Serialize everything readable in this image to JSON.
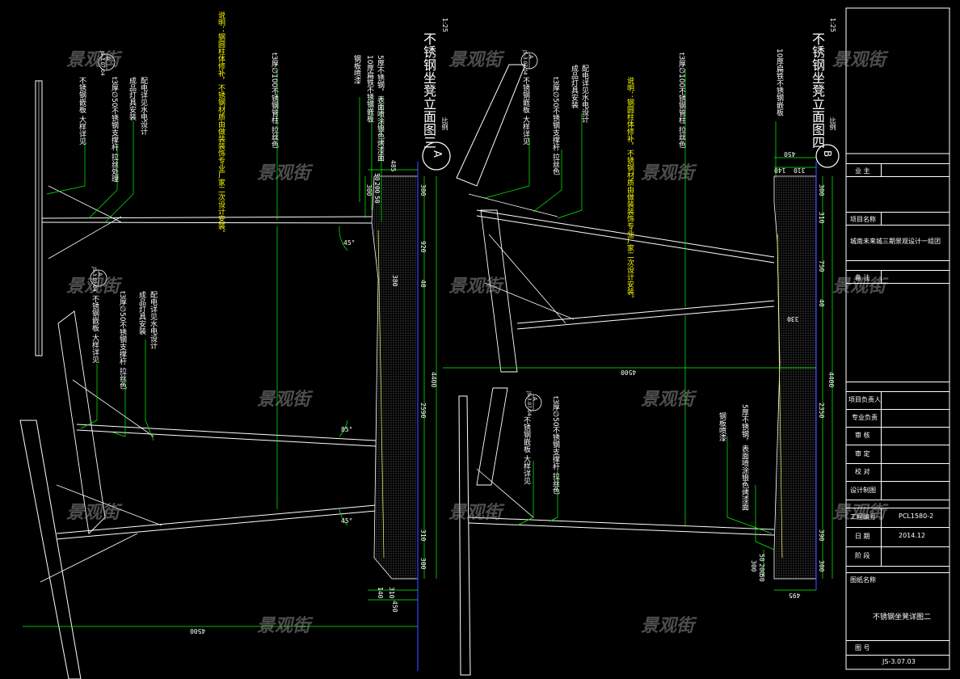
{
  "colors": {
    "background": "#000000",
    "structure": "#ffffff",
    "leader": "#00ff00",
    "note": "#ffff00",
    "axis": "#0000ff",
    "hatch": "#888888"
  },
  "watermark": "景观街",
  "elevation_a": {
    "title": "不锈钢坐凳立面图三",
    "scale": "1:25",
    "subtitle": "比例",
    "marker": "A",
    "note": "说明：钢圆柱体修补，不锈钢材质由做装装饰专业厂家二次设计安装。",
    "labels": [
      "不锈钢嵌板 大样详见",
      "t3厚∅50不锈钢支撑杆 拉丝处理",
      "成品灯具安装",
      "配电详见水电设计",
      "t3厚∅100不锈钢管柱 拉丝色",
      "钢板喷漆",
      "10厚扁铁不锈钢嵌板",
      "5厚不锈钢，表面喷涂银色烤漆面"
    ],
    "detail_ref": {
      "letter": "A",
      "sheet": "JS-3.07.04"
    },
    "detail_ref_2": {
      "letter": "A",
      "sheet": "JS-3.07.04"
    },
    "labels_lower": [
      "不锈钢嵌板 大样详见",
      "t3厚∅50不锈钢支撑杆 拉丝色",
      "成品灯具安装",
      "配电详见水电设计"
    ],
    "angles": [
      "45°",
      "85°",
      "45°"
    ],
    "dims_vertical": [
      "300",
      "920",
      "2590",
      "310",
      "300"
    ],
    "dim_total": "4400",
    "dims_top": [
      "485",
      "50",
      "200",
      "50"
    ],
    "dims_bottom": [
      "310",
      "140",
      "450"
    ],
    "dim_mid": "380",
    "dim_mid_small": "40",
    "dim_left_top": "300",
    "dim_horizontal_total": "4500"
  },
  "elevation_b": {
    "title": "不锈钢坐凳立面图四",
    "scale": "1:25",
    "subtitle": "比例",
    "marker": "B",
    "note": "说明：钢圆柱体修补，不锈钢材质由做装装饰专业厂家二次设计安装。",
    "labels": [
      "不锈钢嵌板 大样详见",
      "t3厚∅50不锈钢支撑杆 拉丝色",
      "成品灯具安装",
      "配电详见水电设计",
      "t3厚∅100不锈钢管柱 拉丝色",
      "10厚扁铁不锈钢嵌板"
    ],
    "detail_ref": {
      "letter": "A",
      "sheet": "JS-3.07.04"
    },
    "detail_ref_2": {
      "letter": "A",
      "sheet": "JS-3.07.04"
    },
    "labels_lower": [
      "不锈钢嵌板 大样详见",
      "t3厚∅50不锈钢支撑杆 拉丝色",
      "钢板喷漆",
      "5厚不锈钢，表面喷涂银色烤漆面"
    ],
    "dims_vertical": [
      "300",
      "310",
      "750",
      "2350",
      "390",
      "300"
    ],
    "dim_total": "4400",
    "dims_top": [
      "450",
      "140",
      "310"
    ],
    "dims_bottom": [
      "300",
      "50",
      "200",
      "50"
    ],
    "dim_bottom_width": "495",
    "dim_mid": "330",
    "dim_mid_small": "40",
    "dim_horizontal_total": "4500"
  },
  "title_block": {
    "owner_label": "业 主",
    "project_label": "项目名称",
    "project_name": "城南未来城三期景观设计一组团",
    "remarks_label": "备 注",
    "roles": [
      "项目负责人",
      "专业负责",
      "审 核",
      "审 定",
      "校 对",
      "设计制图"
    ],
    "job_no_label": "工程编号",
    "job_no": "PCL1580-2",
    "date_label": "日 期",
    "date": "2014.12",
    "stage_label": "阶 段",
    "stage": "",
    "drawing_name_label": "图纸名称",
    "drawing_name": "不锈钢坐凳详图二",
    "drawing_no_label": "图 号",
    "drawing_no": "JS-3.07.03"
  }
}
